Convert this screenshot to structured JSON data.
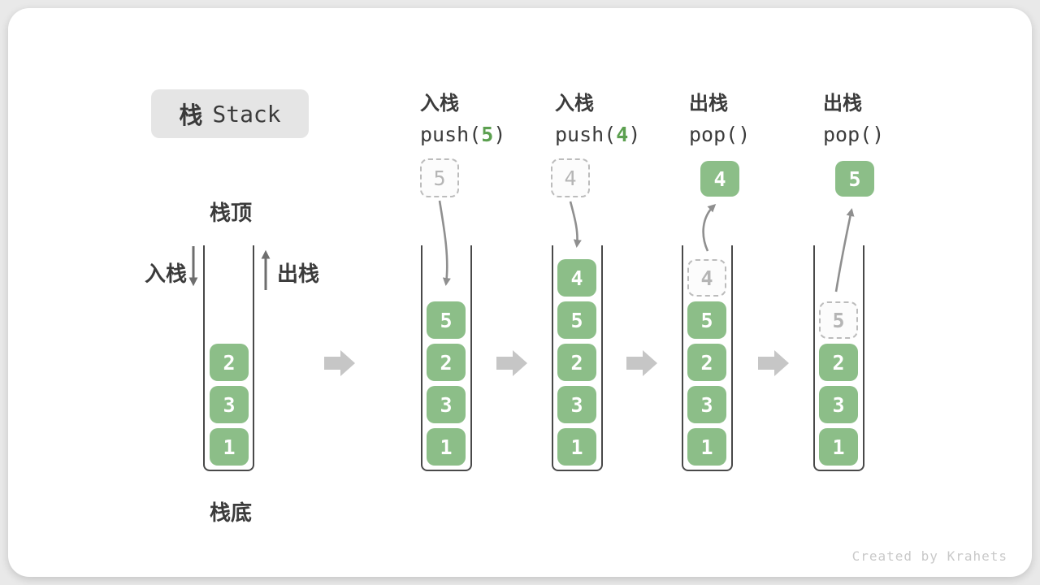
{
  "title": {
    "zh": "栈",
    "en": "Stack"
  },
  "watermark": "Created by Krahets",
  "side_labels": {
    "stack_top": "栈顶",
    "stack_bottom": "栈底",
    "push": "入栈",
    "pop": "出栈"
  },
  "colors": {
    "cell_green": "#8cbe88",
    "code_arg_green": "#5ca050",
    "curve_arrow_gray": "#8f8f8f",
    "straight_arrow_gray": "#6e6e6e",
    "block_arrow_gray": "#c6c6c6",
    "ghost_gray": "#b5b5b5",
    "badge_bg": "#e5e5e5",
    "text_dark": "#3b3b3b",
    "watermark_gray": "#c9c9c9",
    "wall_gray": "#494949"
  },
  "columns": [
    {
      "name": "initial",
      "stack": [
        "2",
        "3",
        "1"
      ]
    },
    {
      "name": "push-5",
      "op_label": "入栈",
      "op_code_pre": "push(",
      "op_code_arg": "5",
      "op_code_post": ")",
      "floating_value": "5",
      "stack": [
        "5",
        "2",
        "3",
        "1"
      ]
    },
    {
      "name": "push-4",
      "op_label": "入栈",
      "op_code_pre": "push(",
      "op_code_arg": "4",
      "op_code_post": ")",
      "floating_value": "4",
      "stack": [
        "4",
        "5",
        "2",
        "3",
        "1"
      ]
    },
    {
      "name": "pop-4",
      "op_label": "出栈",
      "op_code": "pop()",
      "floating_value": "4",
      "ghost_value": "4",
      "stack": [
        "5",
        "2",
        "3",
        "1"
      ]
    },
    {
      "name": "pop-5",
      "op_label": "出栈",
      "op_code": "pop()",
      "floating_value": "5",
      "ghost_value": "5",
      "stack": [
        "2",
        "3",
        "1"
      ]
    }
  ]
}
